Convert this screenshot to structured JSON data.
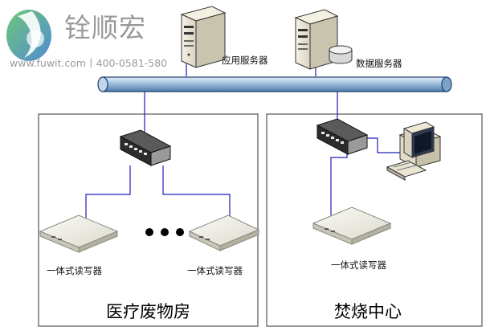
{
  "logo": {
    "brand_name": "铨顺宏",
    "website_and_phone": "www.fuwit.com丨400-0581-580"
  },
  "servers": {
    "app_server_label": "应用服务器",
    "db_server_label": "数据服务器"
  },
  "zones": {
    "medical_waste_room": {
      "title": "医疗废物房",
      "reader_left_label": "一体式读写器",
      "reader_right_label": "一体式读写器"
    },
    "incineration_center": {
      "title": "焚烧中心",
      "reader_label": "一体式读写器"
    }
  },
  "colors": {
    "bus_fill": "#8fb3d6",
    "bus_stroke": "#1f3f6a",
    "network_wire": "#1f1fb8",
    "zone_border": "#333333",
    "logo_green": "#3aa35a",
    "logo_blue": "#4f8fd6"
  }
}
